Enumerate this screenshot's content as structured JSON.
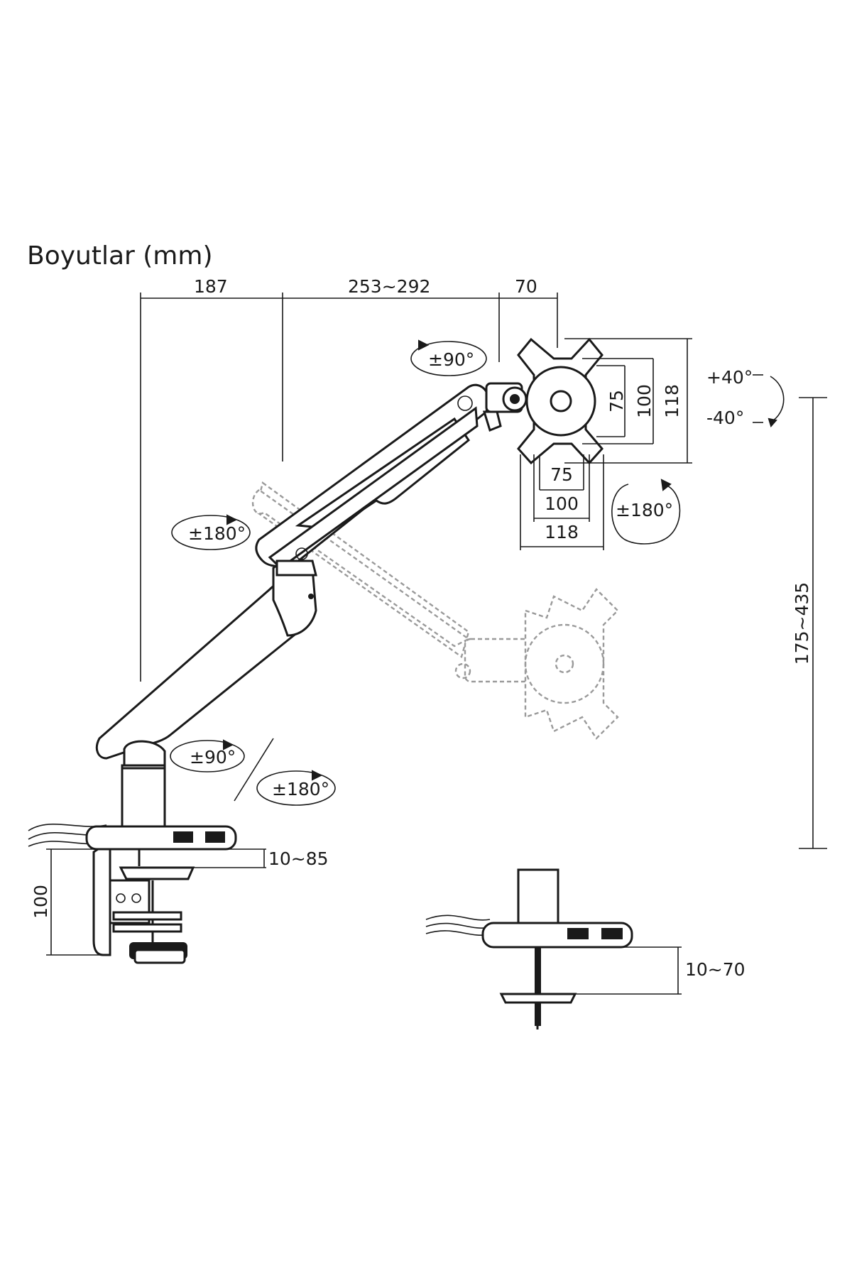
{
  "title": "Boyutlar (mm)",
  "dimensions": {
    "top_base_offset": "187",
    "top_arm_reach": "253~292",
    "top_head": "70",
    "vesa_v_75": "75",
    "vesa_v_100": "100",
    "vesa_v_118": "118",
    "vesa_h_75": "75",
    "vesa_h_100": "100",
    "vesa_h_118": "118",
    "height_range": "175~435",
    "clamp_range": "10~85",
    "clamp_height": "100",
    "grommet_range": "10~70"
  },
  "rotations": {
    "tilt_up": "+40°",
    "tilt_down": "-40°",
    "head_swivel": "±90°",
    "head_rotate": "±180°",
    "arm_swivel": "±180°",
    "base_swivel_90": "±90°",
    "base_swivel_180": "±180°"
  }
}
